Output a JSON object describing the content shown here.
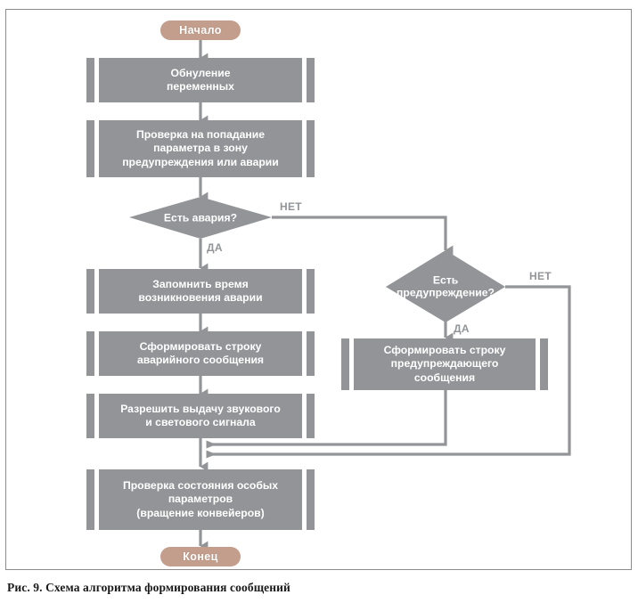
{
  "figure": {
    "caption": "Рис. 9. Схема алгоритма формирования сообщений",
    "colors": {
      "terminator_fill": "#c49e8c",
      "process_fill": "#929497",
      "connector": "#929497",
      "node_text": "#ffffff",
      "frame_border": "#8c8c8c",
      "caption_text": "#1a1a1a",
      "background": "#ffffff"
    }
  },
  "nodes": {
    "start": {
      "label": "Начало",
      "type": "terminator"
    },
    "reset_vars": {
      "label": "Обнуление\nпеременных",
      "type": "predefined-process"
    },
    "check_zone": {
      "label": "Проверка на попадание\nпараметра в зону\nпредупреждения или аварии",
      "type": "predefined-process"
    },
    "is_alarm": {
      "label": "Есть авария?",
      "type": "decision"
    },
    "store_time": {
      "label": "Запомнить время\nвозникновения аварии",
      "type": "predefined-process"
    },
    "build_alarm_msg": {
      "label": "Сформировать строку\nаварийного сообщения",
      "type": "predefined-process"
    },
    "enable_signals": {
      "label": "Разрешить выдачу звукового\nи светового сигнала",
      "type": "predefined-process"
    },
    "is_warning": {
      "label": "Есть\nпредупреждение?",
      "type": "decision"
    },
    "build_warn_msg": {
      "label": "Сформировать строку\nпредупреждающего\nсообщения",
      "type": "predefined-process"
    },
    "check_special": {
      "label": "Проверка состояния особых\nпараметров\n(вращение конвейеров)",
      "type": "predefined-process"
    },
    "end": {
      "label": "Конец",
      "type": "terminator"
    }
  },
  "edge_labels": {
    "alarm_no": "НЕТ",
    "alarm_yes": "ДА",
    "warning_no": "НЕТ",
    "warning_yes": "ДА"
  },
  "edges": [
    {
      "from": "start",
      "to": "reset_vars",
      "label": ""
    },
    {
      "from": "reset_vars",
      "to": "check_zone",
      "label": ""
    },
    {
      "from": "check_zone",
      "to": "is_alarm",
      "label": ""
    },
    {
      "from": "is_alarm",
      "to": "store_time",
      "label": "ДА"
    },
    {
      "from": "is_alarm",
      "to": "is_warning",
      "label": "НЕТ"
    },
    {
      "from": "store_time",
      "to": "build_alarm_msg",
      "label": ""
    },
    {
      "from": "build_alarm_msg",
      "to": "enable_signals",
      "label": ""
    },
    {
      "from": "is_warning",
      "to": "build_warn_msg",
      "label": "ДА"
    },
    {
      "from": "is_warning",
      "to": "check_special",
      "label": "НЕТ"
    },
    {
      "from": "build_warn_msg",
      "to": "check_special",
      "label": ""
    },
    {
      "from": "enable_signals",
      "to": "check_special",
      "label": ""
    },
    {
      "from": "check_special",
      "to": "end",
      "label": ""
    }
  ]
}
